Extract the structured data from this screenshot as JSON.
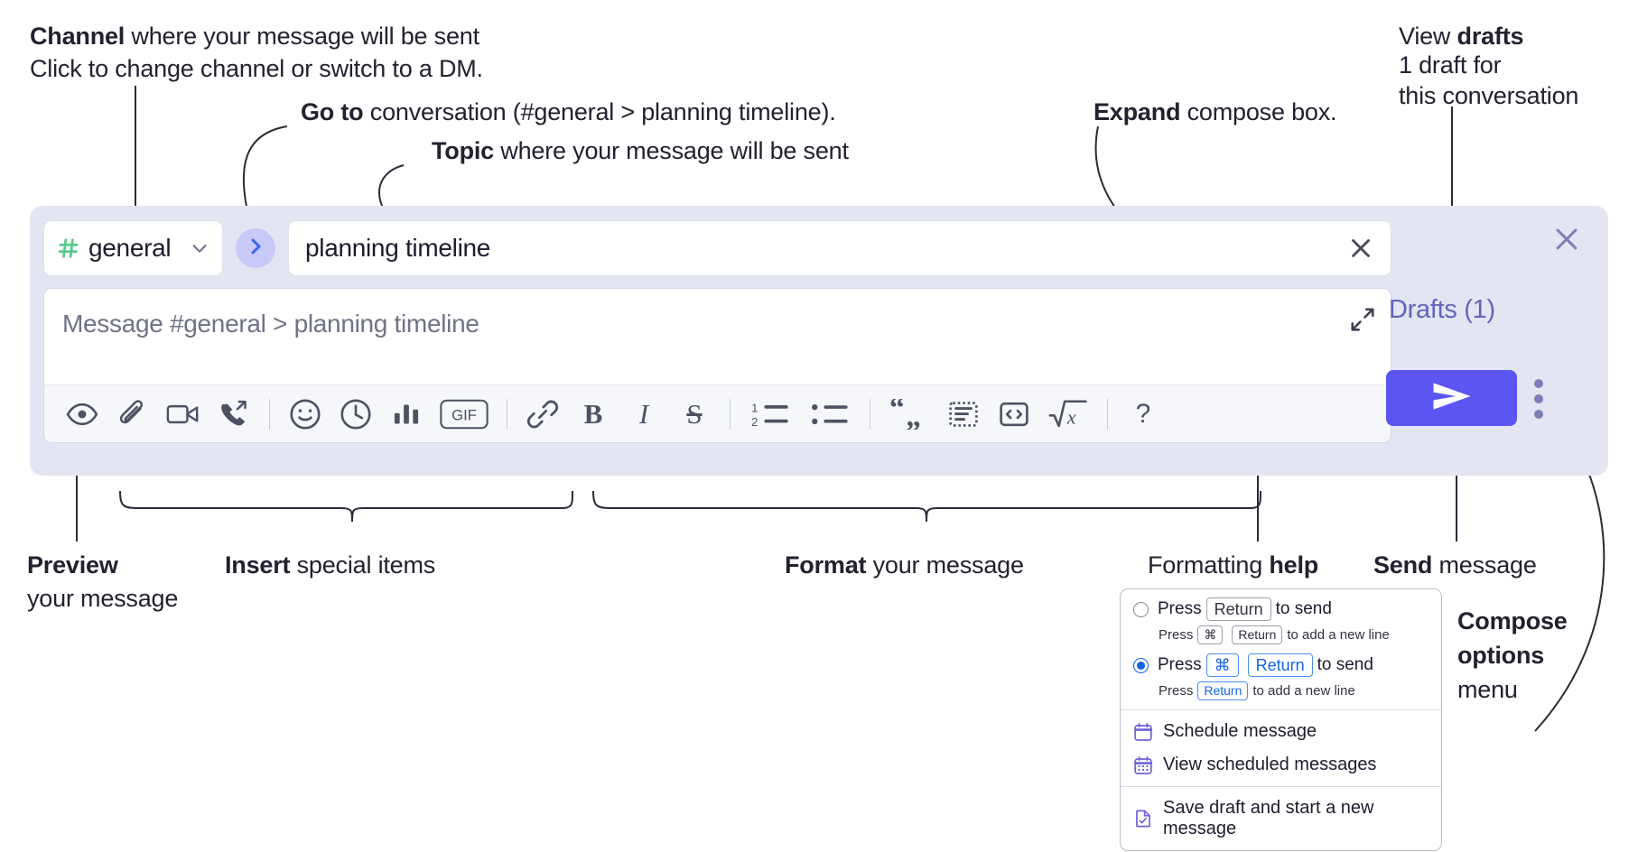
{
  "annotations": {
    "channel": {
      "title_bold": "Channel",
      "title_rest": " where your message will be sent",
      "sub": "Click to change channel or switch to a DM."
    },
    "goto": {
      "bold": "Go to",
      "rest": " conversation (#general > planning timeline)."
    },
    "topic": {
      "bold": "Topic",
      "rest": " where your message will be sent"
    },
    "expand": {
      "bold": "Expand",
      "rest": " compose box."
    },
    "drafts": {
      "bold_lead": "View ",
      "bold": "drafts",
      "sub_line1": "1 draft for",
      "sub_line2": "this conversation"
    },
    "preview": {
      "bold": "Preview",
      "line2": "your message"
    },
    "insert": {
      "bold": "Insert",
      "rest": " special items"
    },
    "format": {
      "bold": "Format",
      "rest": " your message"
    },
    "help": {
      "rest": "Formatting ",
      "bold": "help"
    },
    "send": {
      "bold": "Send",
      "rest": " message"
    },
    "compose_options": {
      "line1": "Compose",
      "line2": "options",
      "line3": "menu"
    }
  },
  "compose": {
    "channel_name": "general",
    "topic_value": "planning timeline",
    "message_placeholder": "Message #general > planning timeline",
    "drafts_label": "Drafts (1)",
    "toolbar": [
      {
        "name": "preview-icon",
        "label": "Preview"
      },
      {
        "name": "attachment-icon",
        "label": "Attach file"
      },
      {
        "name": "video-icon",
        "label": "Record video clip"
      },
      {
        "name": "audio-call-icon",
        "label": "Record audio clip"
      },
      {
        "name": "separator",
        "label": ""
      },
      {
        "name": "emoji-icon",
        "label": "Emoji"
      },
      {
        "name": "reminder-clock-icon",
        "label": "Reminder"
      },
      {
        "name": "poll-chart-icon",
        "label": "Poll"
      },
      {
        "name": "gif-icon",
        "label": "GIF"
      },
      {
        "name": "separator",
        "label": ""
      },
      {
        "name": "link-icon",
        "label": "Link"
      },
      {
        "name": "bold-icon",
        "label": "B"
      },
      {
        "name": "italic-icon",
        "label": "I"
      },
      {
        "name": "strikethrough-icon",
        "label": "S"
      },
      {
        "name": "separator",
        "label": ""
      },
      {
        "name": "ordered-list-icon",
        "label": "Numbered list"
      },
      {
        "name": "bulleted-list-icon",
        "label": "Bulleted list"
      },
      {
        "name": "separator",
        "label": ""
      },
      {
        "name": "blockquote-icon",
        "label": "Blockquote"
      },
      {
        "name": "code-block-icon",
        "label": "Code block"
      },
      {
        "name": "inline-code-icon",
        "label": "Code"
      },
      {
        "name": "math-icon",
        "label": "Math"
      },
      {
        "name": "separator",
        "label": ""
      },
      {
        "name": "help-question-icon",
        "label": "?"
      }
    ]
  },
  "popup": {
    "option1": {
      "pre": "Press",
      "key1": "Return",
      "post": "to send",
      "sub_pre": "Press",
      "sub_key1": "⌘",
      "sub_key2": "Return",
      "sub_post": "to add a new line",
      "selected": false
    },
    "option2": {
      "pre": "Press",
      "key1": "⌘",
      "key2": "Return",
      "post": "to send",
      "sub_pre": "Press",
      "sub_key1": "Return",
      "sub_post": "to add a new line",
      "selected": true
    },
    "items": [
      {
        "icon": "calendar-schedule-icon",
        "label": "Schedule message"
      },
      {
        "icon": "calendar-grid-icon",
        "label": "View scheduled messages"
      },
      {
        "icon": "save-draft-icon",
        "label": "Save draft and start a new message"
      }
    ]
  },
  "colors": {
    "compose_bg": "#e4e5f2",
    "send_button": "#5b55f2",
    "hash_green": "#5ac98e",
    "drafts_text": "#6264bd",
    "accent_blue": "#1264e6",
    "menu_icon_purple": "#6f62d8"
  }
}
